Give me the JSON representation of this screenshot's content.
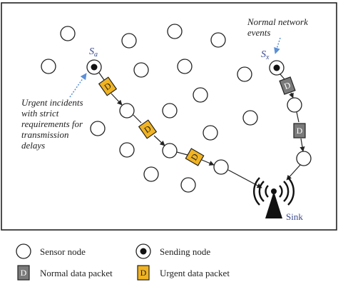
{
  "diagram": {
    "source_urgent_label": "S",
    "source_urgent_sub": "a",
    "source_normal_label": "S",
    "source_normal_sub": "x",
    "annotation_normal": [
      "Normal network",
      "events"
    ],
    "annotation_urgent": [
      "Urgent incidents",
      "with strict",
      "requirements for",
      "transmission",
      "delays"
    ],
    "sink_label": "Sink",
    "packet_letter": "D",
    "colors": {
      "urgent_packet": "#f0b323",
      "normal_packet": "#7a7a7a",
      "label_blue": "#3b4a8c",
      "arrow_dotted": "#5b8fd6"
    }
  },
  "legend": {
    "sensor_node": "Sensor node",
    "sending_node": "Sending node",
    "normal_packet": "Normal data packet",
    "urgent_packet": "Urgent data packet",
    "normal_packet_letter": "D",
    "urgent_packet_letter": "D"
  }
}
